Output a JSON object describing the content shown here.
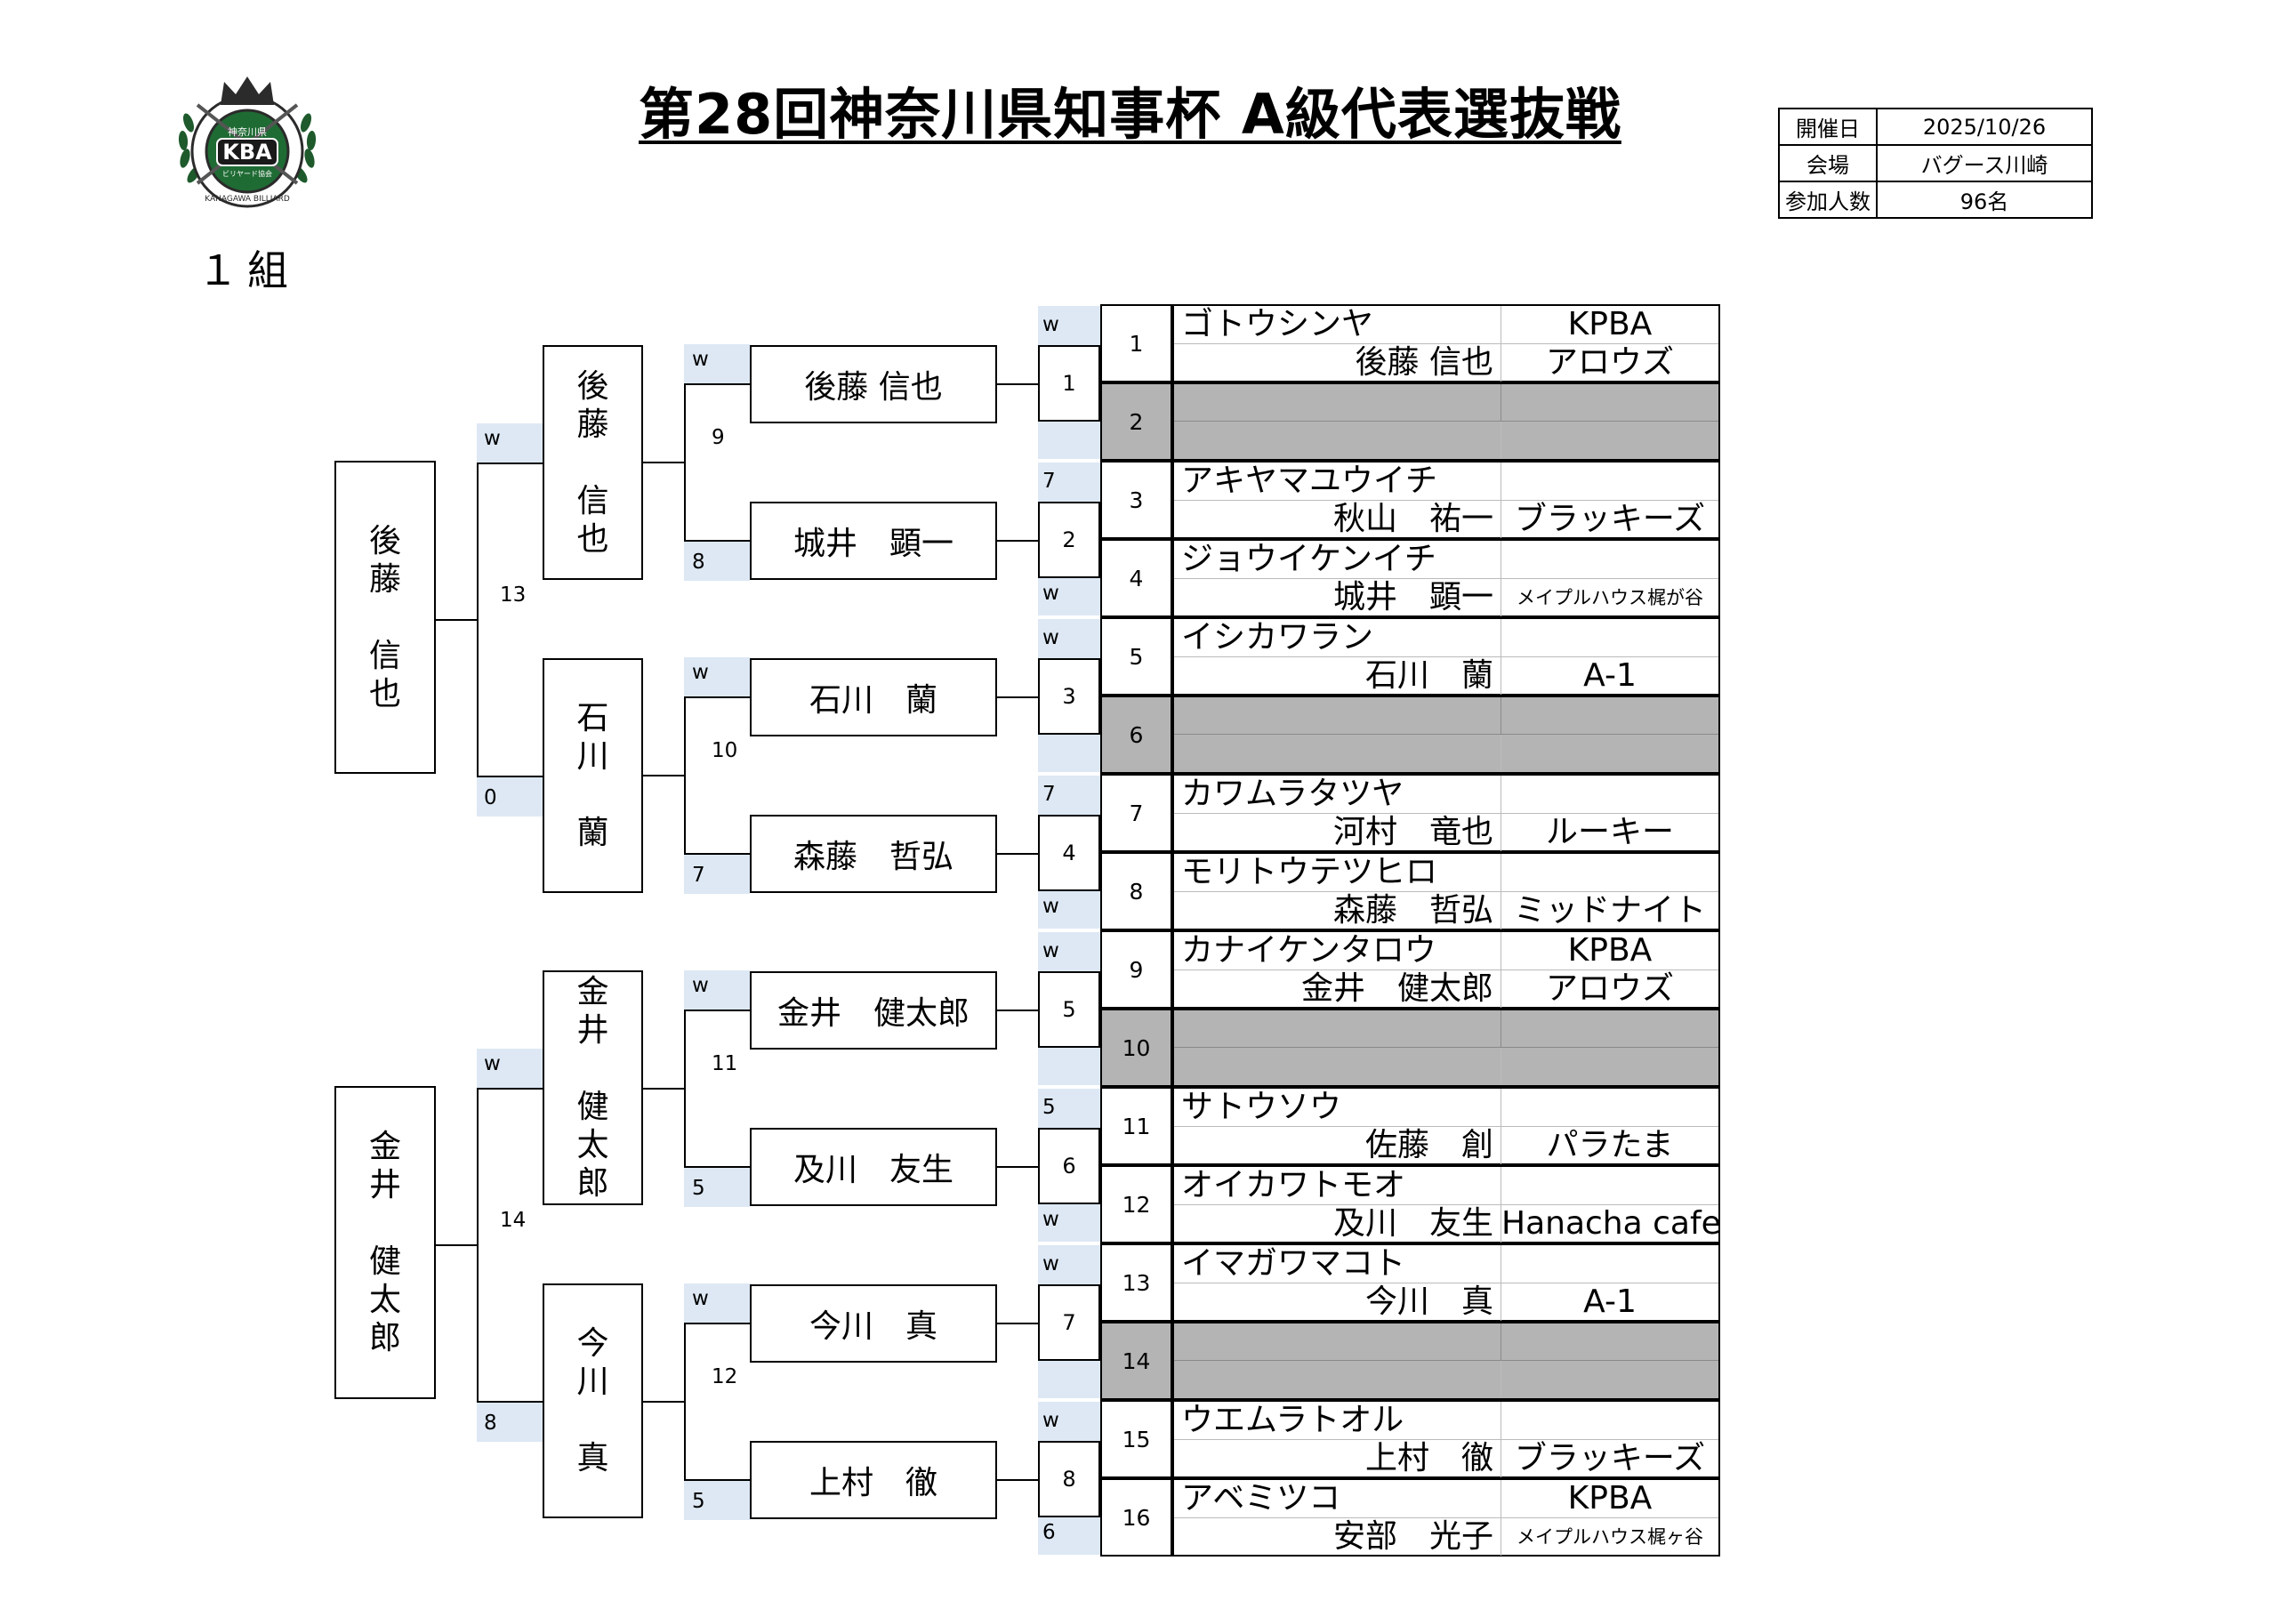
{
  "title": "第28回神奈川県知事杯 A級代表選抜戦",
  "group_label": "１組",
  "logo": {
    "badge_text": "KBA",
    "top_text": "神奈川県",
    "sub_text": "ビリヤード協会",
    "ring_text": "KANAGAWA BILLIARD"
  },
  "info": [
    {
      "label": "開催日",
      "value": "2025/10/26"
    },
    {
      "label": "会場",
      "value": "バグース川崎"
    },
    {
      "label": "参加人数",
      "value": "96名"
    }
  ],
  "players": [
    {
      "no": "1",
      "kana": "ゴトウシンヤ",
      "name": "後藤 信也",
      "club_top": "KPBA",
      "club_bottom": "アロウズ",
      "club_small": false,
      "empty": false
    },
    {
      "no": "2",
      "kana": "",
      "name": "",
      "club_top": "",
      "club_bottom": "",
      "club_small": false,
      "empty": true
    },
    {
      "no": "3",
      "kana": "アキヤマユウイチ",
      "name": "秋山　祐一",
      "club_top": "",
      "club_bottom": "ブラッキーズ",
      "club_small": false,
      "empty": false
    },
    {
      "no": "4",
      "kana": "ジョウイケンイチ",
      "name": "城井　顕一",
      "club_top": "",
      "club_bottom": "メイプルハウス梶が谷",
      "club_small": true,
      "empty": false
    },
    {
      "no": "5",
      "kana": "イシカワラン",
      "name": "石川　蘭",
      "club_top": "",
      "club_bottom": "A-1",
      "club_small": false,
      "empty": false
    },
    {
      "no": "6",
      "kana": "",
      "name": "",
      "club_top": "",
      "club_bottom": "",
      "club_small": false,
      "empty": true
    },
    {
      "no": "7",
      "kana": "カワムラタツヤ",
      "name": "河村　竜也",
      "club_top": "",
      "club_bottom": "ルーキー",
      "club_small": false,
      "empty": false
    },
    {
      "no": "8",
      "kana": "モリトウテツヒロ",
      "name": "森藤　哲弘",
      "club_top": "",
      "club_bottom": "ミッドナイト",
      "club_small": false,
      "empty": false
    },
    {
      "no": "9",
      "kana": "カナイケンタロウ",
      "name": "金井　健太郎",
      "club_top": "KPBA",
      "club_bottom": "アロウズ",
      "club_small": false,
      "empty": false
    },
    {
      "no": "10",
      "kana": "",
      "name": "",
      "club_top": "",
      "club_bottom": "",
      "club_small": false,
      "empty": true
    },
    {
      "no": "11",
      "kana": "サトウソウ",
      "name": "佐藤　創",
      "club_top": "",
      "club_bottom": "パラたま",
      "club_small": false,
      "empty": false
    },
    {
      "no": "12",
      "kana": "オイカワトモオ",
      "name": "及川　友生",
      "club_top": "",
      "club_bottom": "Hanacha cafe",
      "club_small": false,
      "empty": false
    },
    {
      "no": "13",
      "kana": "イマガワマコト",
      "name": "今川　真",
      "club_top": "",
      "club_bottom": "A-1",
      "club_small": false,
      "empty": false
    },
    {
      "no": "14",
      "kana": "",
      "name": "",
      "club_top": "",
      "club_bottom": "",
      "club_small": false,
      "empty": true
    },
    {
      "no": "15",
      "kana": "ウエムラトオル",
      "name": "上村　徹",
      "club_top": "",
      "club_bottom": "ブラッキーズ",
      "club_small": false,
      "empty": false
    },
    {
      "no": "16",
      "kana": "アベミツコ",
      "name": "安部　光子",
      "club_top": "KPBA",
      "club_bottom": "メイプルハウス梶ヶ谷",
      "club_small": true,
      "empty": false
    }
  ],
  "round1": {
    "seeds": [
      "1",
      "2",
      "3",
      "4",
      "5",
      "6",
      "7",
      "8"
    ],
    "scores": [
      "w",
      "",
      "7",
      "w",
      "w",
      "",
      "7",
      "w",
      "w",
      "",
      "5",
      "w",
      "w",
      "",
      "w",
      "6"
    ]
  },
  "round2": {
    "names": [
      "後藤 信也",
      "城井　顕一",
      "石川　蘭",
      "森藤　哲弘",
      "金井　健太郎",
      "及川　友生",
      "今川　真",
      "上村　徹"
    ],
    "scores": [
      "w",
      "8",
      "w",
      "7",
      "w",
      "5",
      "w",
      "5"
    ],
    "match_numbers": [
      "9",
      "10",
      "11",
      "12"
    ]
  },
  "round3": {
    "names": [
      [
        "後",
        "藤",
        "",
        "信",
        "也"
      ],
      [
        "石",
        "川",
        "",
        "蘭"
      ],
      [
        "金",
        "井",
        "",
        "健",
        "太",
        "郎"
      ],
      [
        "今",
        "川",
        "",
        "真"
      ]
    ],
    "scores": [
      "w",
      "0",
      "w",
      "8"
    ],
    "match_numbers": [
      "13",
      "14"
    ]
  },
  "round4": {
    "names": [
      [
        "後",
        "藤",
        "",
        "信",
        "也"
      ],
      [
        "金",
        "井",
        "",
        "健",
        "太",
        "郎"
      ]
    ]
  }
}
